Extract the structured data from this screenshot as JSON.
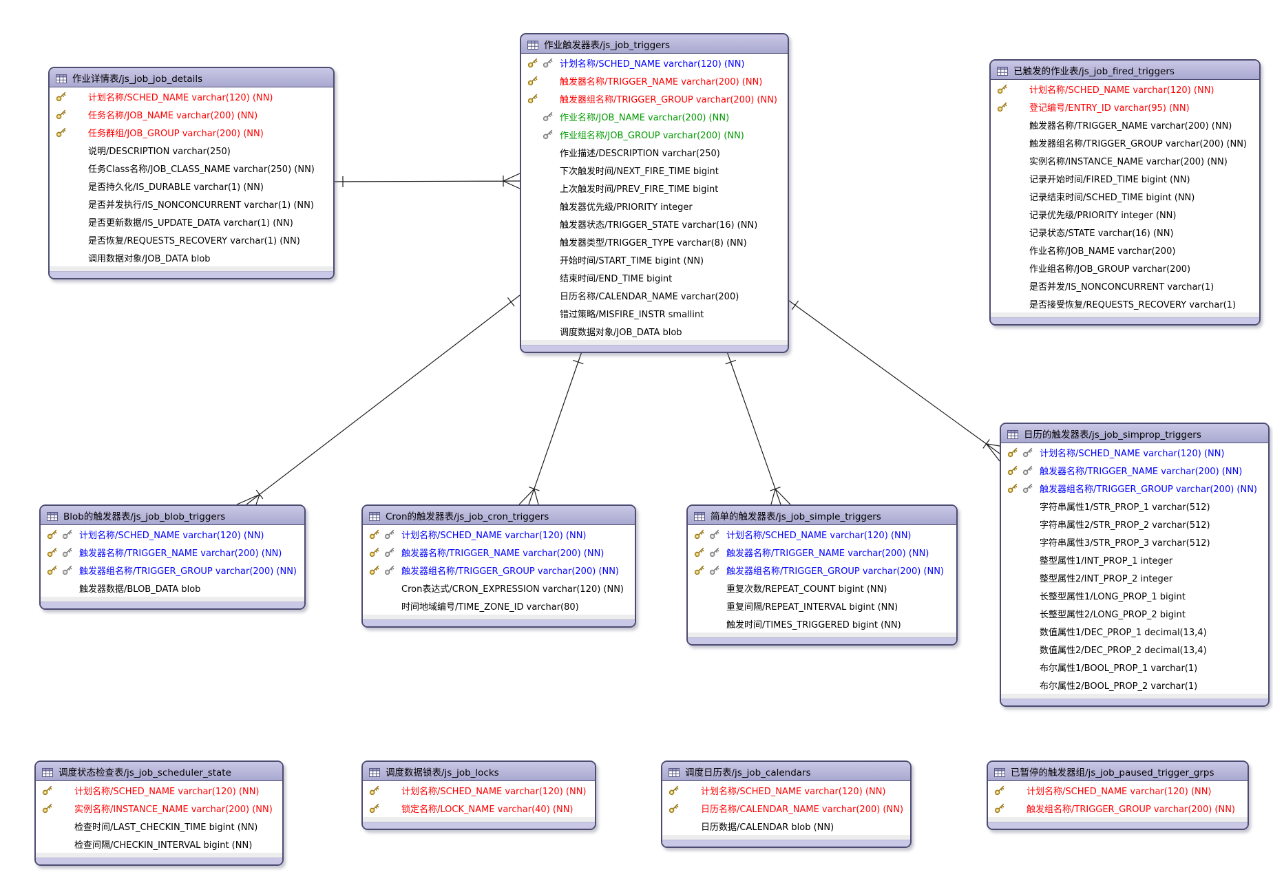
{
  "diagram": {
    "palette": {
      "primary_key_text": "#ff0000",
      "primary_foreign_key_text": "#0000ff",
      "foreign_key_text": "#009900",
      "field_text": "#000000",
      "header_fill": "#b3b2d8",
      "table_border": "#4c4b72",
      "gold_key": "#d9b64a",
      "gray_key": "#bcbcbc"
    },
    "tables": [
      {
        "id": "js_job_job_details",
        "title": "作业详情表/js_job_job_details",
        "columns": [
          {
            "text": "计划名称/SCHED_NAME varchar(120) (NN)",
            "style": "pk"
          },
          {
            "text": "任务名称/JOB_NAME varchar(200) (NN)",
            "style": "pk"
          },
          {
            "text": "任务群组/JOB_GROUP varchar(200) (NN)",
            "style": "pk"
          },
          {
            "text": "说明/DESCRIPTION varchar(250)",
            "style": "plain"
          },
          {
            "text": "任务Class名称/JOB_CLASS_NAME varchar(250) (NN)",
            "style": "plain"
          },
          {
            "text": "是否持久化/IS_DURABLE varchar(1) (NN)",
            "style": "plain"
          },
          {
            "text": "是否并发执行/IS_NONCONCURRENT varchar(1) (NN)",
            "style": "plain"
          },
          {
            "text": "是否更新数据/IS_UPDATE_DATA varchar(1) (NN)",
            "style": "plain"
          },
          {
            "text": "是否恢复/REQUESTS_RECOVERY varchar(1) (NN)",
            "style": "plain"
          },
          {
            "text": "调用数据对象/JOB_DATA blob",
            "style": "plain"
          }
        ]
      },
      {
        "id": "js_job_triggers",
        "title": "作业触发器表/js_job_triggers",
        "columns": [
          {
            "text": "计划名称/SCHED_NAME varchar(120) (NN)",
            "style": "pkfk"
          },
          {
            "text": "触发器名称/TRIGGER_NAME varchar(200) (NN)",
            "style": "pk"
          },
          {
            "text": "触发器组名称/TRIGGER_GROUP varchar(200) (NN)",
            "style": "pk"
          },
          {
            "text": "作业名称/JOB_NAME varchar(200) (NN)",
            "style": "fk"
          },
          {
            "text": "作业组名称/JOB_GROUP varchar(200) (NN)",
            "style": "fk"
          },
          {
            "text": "作业描述/DESCRIPTION varchar(250)",
            "style": "plain"
          },
          {
            "text": "下次触发时间/NEXT_FIRE_TIME bigint",
            "style": "plain"
          },
          {
            "text": "上次触发时间/PREV_FIRE_TIME bigint",
            "style": "plain"
          },
          {
            "text": "触发器优先级/PRIORITY integer",
            "style": "plain"
          },
          {
            "text": "触发器状态/TRIGGER_STATE varchar(16) (NN)",
            "style": "plain"
          },
          {
            "text": "触发器类型/TRIGGER_TYPE varchar(8) (NN)",
            "style": "plain"
          },
          {
            "text": "开始时间/START_TIME bigint (NN)",
            "style": "plain"
          },
          {
            "text": "结束时间/END_TIME bigint",
            "style": "plain"
          },
          {
            "text": "日历名称/CALENDAR_NAME varchar(200)",
            "style": "plain"
          },
          {
            "text": "错过策略/MISFIRE_INSTR smallint",
            "style": "plain"
          },
          {
            "text": "调度数据对象/JOB_DATA blob",
            "style": "plain"
          }
        ]
      },
      {
        "id": "js_job_fired_triggers",
        "title": "已触发的作业表/js_job_fired_triggers",
        "columns": [
          {
            "text": "计划名称/SCHED_NAME varchar(120) (NN)",
            "style": "pk"
          },
          {
            "text": "登记编号/ENTRY_ID varchar(95) (NN)",
            "style": "pk"
          },
          {
            "text": "触发器名称/TRIGGER_NAME varchar(200) (NN)",
            "style": "plain"
          },
          {
            "text": "触发器组名称/TRIGGER_GROUP varchar(200) (NN)",
            "style": "plain"
          },
          {
            "text": "实例名称/INSTANCE_NAME varchar(200) (NN)",
            "style": "plain"
          },
          {
            "text": "记录开始时间/FIRED_TIME bigint (NN)",
            "style": "plain"
          },
          {
            "text": "记录结束时间/SCHED_TIME bigint (NN)",
            "style": "plain"
          },
          {
            "text": "记录优先级/PRIORITY integer (NN)",
            "style": "plain"
          },
          {
            "text": "记录状态/STATE varchar(16) (NN)",
            "style": "plain"
          },
          {
            "text": "作业名称/JOB_NAME varchar(200)",
            "style": "plain"
          },
          {
            "text": "作业组名称/JOB_GROUP varchar(200)",
            "style": "plain"
          },
          {
            "text": "是否并发/IS_NONCONCURRENT varchar(1)",
            "style": "plain"
          },
          {
            "text": "是否接受恢复/REQUESTS_RECOVERY varchar(1)",
            "style": "plain"
          }
        ]
      },
      {
        "id": "js_job_simprop_triggers",
        "title": "日历的触发器表/js_job_simprop_triggers",
        "columns": [
          {
            "text": "计划名称/SCHED_NAME varchar(120) (NN)",
            "style": "pkfk"
          },
          {
            "text": "触发器名称/TRIGGER_NAME varchar(200) (NN)",
            "style": "pkfk"
          },
          {
            "text": "触发器组名称/TRIGGER_GROUP varchar(200) (NN)",
            "style": "pkfk"
          },
          {
            "text": "字符串属性1/STR_PROP_1 varchar(512)",
            "style": "plain"
          },
          {
            "text": "字符串属性2/STR_PROP_2 varchar(512)",
            "style": "plain"
          },
          {
            "text": "字符串属性3/STR_PROP_3 varchar(512)",
            "style": "plain"
          },
          {
            "text": "整型属性1/INT_PROP_1 integer",
            "style": "plain"
          },
          {
            "text": "整型属性2/INT_PROP_2 integer",
            "style": "plain"
          },
          {
            "text": "长整型属性1/LONG_PROP_1 bigint",
            "style": "plain"
          },
          {
            "text": "长整型属性2/LONG_PROP_2 bigint",
            "style": "plain"
          },
          {
            "text": "数值属性1/DEC_PROP_1 decimal(13,4)",
            "style": "plain"
          },
          {
            "text": "数值属性2/DEC_PROP_2 decimal(13,4)",
            "style": "plain"
          },
          {
            "text": "布尔属性1/BOOL_PROP_1 varchar(1)",
            "style": "plain"
          },
          {
            "text": "布尔属性2/BOOL_PROP_2 varchar(1)",
            "style": "plain"
          }
        ]
      },
      {
        "id": "js_job_blob_triggers",
        "title": "Blob的触发器表/js_job_blob_triggers",
        "columns": [
          {
            "text": "计划名称/SCHED_NAME varchar(120) (NN)",
            "style": "pkfk"
          },
          {
            "text": "触发器名称/TRIGGER_NAME varchar(200) (NN)",
            "style": "pkfk"
          },
          {
            "text": "触发器组名称/TRIGGER_GROUP varchar(200) (NN)",
            "style": "pkfk"
          },
          {
            "text": "触发器数据/BLOB_DATA blob",
            "style": "plain"
          }
        ]
      },
      {
        "id": "js_job_cron_triggers",
        "title": "Cron的触发器表/js_job_cron_triggers",
        "columns": [
          {
            "text": "计划名称/SCHED_NAME varchar(120) (NN)",
            "style": "pkfk"
          },
          {
            "text": "触发器名称/TRIGGER_NAME varchar(200) (NN)",
            "style": "pkfk"
          },
          {
            "text": "触发器组名称/TRIGGER_GROUP varchar(200) (NN)",
            "style": "pkfk"
          },
          {
            "text": "Cron表达式/CRON_EXPRESSION varchar(120) (NN)",
            "style": "plain"
          },
          {
            "text": "时间地域编号/TIME_ZONE_ID varchar(80)",
            "style": "plain"
          }
        ]
      },
      {
        "id": "js_job_simple_triggers",
        "title": "简单的触发器表/js_job_simple_triggers",
        "columns": [
          {
            "text": "计划名称/SCHED_NAME varchar(120) (NN)",
            "style": "pkfk"
          },
          {
            "text": "触发器名称/TRIGGER_NAME varchar(200) (NN)",
            "style": "pkfk"
          },
          {
            "text": "触发器组名称/TRIGGER_GROUP varchar(200) (NN)",
            "style": "pkfk"
          },
          {
            "text": "重复次数/REPEAT_COUNT bigint (NN)",
            "style": "plain"
          },
          {
            "text": "重复间隔/REPEAT_INTERVAL bigint (NN)",
            "style": "plain"
          },
          {
            "text": "触发时间/TIMES_TRIGGERED bigint (NN)",
            "style": "plain"
          }
        ]
      },
      {
        "id": "js_job_scheduler_state",
        "title": "调度状态检查表/js_job_scheduler_state",
        "columns": [
          {
            "text": "计划名称/SCHED_NAME varchar(120) (NN)",
            "style": "pk"
          },
          {
            "text": "实例名称/INSTANCE_NAME varchar(200) (NN)",
            "style": "pk"
          },
          {
            "text": "检查时间/LAST_CHECKIN_TIME bigint (NN)",
            "style": "plain"
          },
          {
            "text": "检查间隔/CHECKIN_INTERVAL bigint (NN)",
            "style": "plain"
          }
        ]
      },
      {
        "id": "js_job_locks",
        "title": "调度数据锁表/js_job_locks",
        "columns": [
          {
            "text": "计划名称/SCHED_NAME varchar(120) (NN)",
            "style": "pk"
          },
          {
            "text": "锁定名称/LOCK_NAME varchar(40) (NN)",
            "style": "pk"
          }
        ]
      },
      {
        "id": "js_job_calendars",
        "title": "调度日历表/js_job_calendars",
        "columns": [
          {
            "text": "计划名称/SCHED_NAME varchar(120) (NN)",
            "style": "pk"
          },
          {
            "text": "日历名称/CALENDAR_NAME varchar(200) (NN)",
            "style": "pk"
          },
          {
            "text": "日历数据/CALENDAR blob (NN)",
            "style": "plain"
          }
        ]
      },
      {
        "id": "js_job_paused_trigger_grps",
        "title": "已暂停的触发器组/js_job_paused_trigger_grps",
        "columns": [
          {
            "text": "计划名称/SCHED_NAME varchar(120) (NN)",
            "style": "pk"
          },
          {
            "text": "触发组名称/TRIGGER_GROUP varchar(200) (NN)",
            "style": "pk"
          }
        ]
      }
    ],
    "relationships": [
      {
        "from": "js_job_job_details",
        "to": "js_job_triggers"
      },
      {
        "from": "js_job_triggers",
        "to": "js_job_blob_triggers"
      },
      {
        "from": "js_job_triggers",
        "to": "js_job_cron_triggers"
      },
      {
        "from": "js_job_triggers",
        "to": "js_job_simple_triggers"
      },
      {
        "from": "js_job_triggers",
        "to": "js_job_simprop_triggers"
      }
    ]
  }
}
